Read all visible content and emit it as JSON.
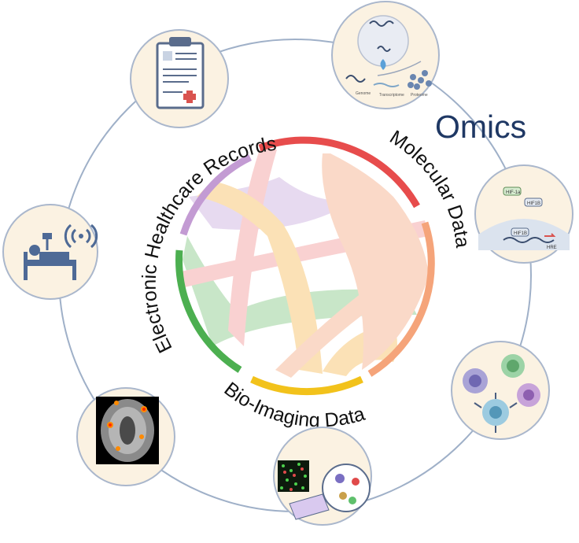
{
  "diagram": {
    "callout": "Omics",
    "segments": [
      {
        "id": "ehr",
        "label": "Electronic Healthcare Records"
      },
      {
        "id": "molecular",
        "label": "Molecular Data"
      },
      {
        "id": "imaging",
        "label": "Bio-Imaging Data"
      }
    ],
    "arc_colors": {
      "ehr_purple": "#c39bd3",
      "ehr_green": "#4caf50",
      "molecular_red": "#e74c4c",
      "molecular_orange": "#f5a47a",
      "imaging_yellow": "#f2c21b"
    },
    "ribbon_colors": [
      "#d9c4e8",
      "#a8d8a8",
      "#f6b5b5",
      "#f9d08a",
      "#f8c3a8"
    ],
    "ring_color": "#9fb0c8",
    "icons": [
      "clipboard-icon",
      "cell-nucleus-dna-icon",
      "gene-regulation-icon",
      "immune-cells-icon",
      "microarray-icon",
      "brain-mri-icon",
      "hospital-bed-wireless-icon"
    ],
    "icon_text": {
      "dna_panel_labels": [
        "Genome",
        "Transcriptome",
        "Proteome"
      ],
      "gene_labels": [
        "HIF-1a",
        "HIF1B",
        "HIF1B",
        "HRE"
      ]
    }
  }
}
